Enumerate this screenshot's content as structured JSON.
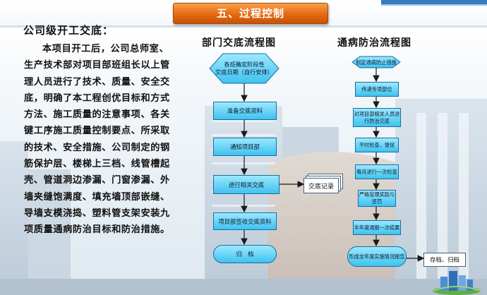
{
  "header": {
    "title": "五、过程控制"
  },
  "content": {
    "subtitle": "公司级开工交底：",
    "paragraph": "本项目开工后，公司总师室、生产技术部对项目部班组长以上管理人员进行了技术、质量、安全交底，明确了本工程创优目标和方式方法、施工质量的注意事项、各关键工序施工质量控制要点、所采取的技术、安全措施、公司制定的钢筋保护层、楼梯上三档、线管槽起壳、管道洞边渗漏、门窗渗漏、外墙夹缝饱满度、填充墙顶部嵌缝、导墙支模浇捣、塑料管支架安装九项质量通病防治目标和防治措施。"
  },
  "flow_left": {
    "title": "部门交底流程图",
    "start_line1": "各班确定阶段性",
    "start_line2": "交底日期（自行安排）",
    "steps": [
      "准备交底资料",
      "通知项目部",
      "进行相关交底",
      "项目部签收交底资料",
      "归　档"
    ],
    "side_note": "交底记录"
  },
  "flow_right": {
    "title": "通病防治流程图",
    "start": "制定通病防止措施",
    "steps": [
      "传递专项部位",
      "对项目部相关人员进行防治交底",
      "平时检查、督促",
      "每月进行一次检查",
      "严格管理奖励与惩罚",
      "半年度通报一次结果",
      "形成全年度实施情况报告"
    ],
    "side_note": "存档、归档"
  },
  "colors": {
    "box_fill_top": "#9ce8ff",
    "box_fill_bottom": "#3fc2f0",
    "box_border": "#136fa0",
    "title_orange": "#e56a12",
    "arrow": "#1a1a1a"
  }
}
